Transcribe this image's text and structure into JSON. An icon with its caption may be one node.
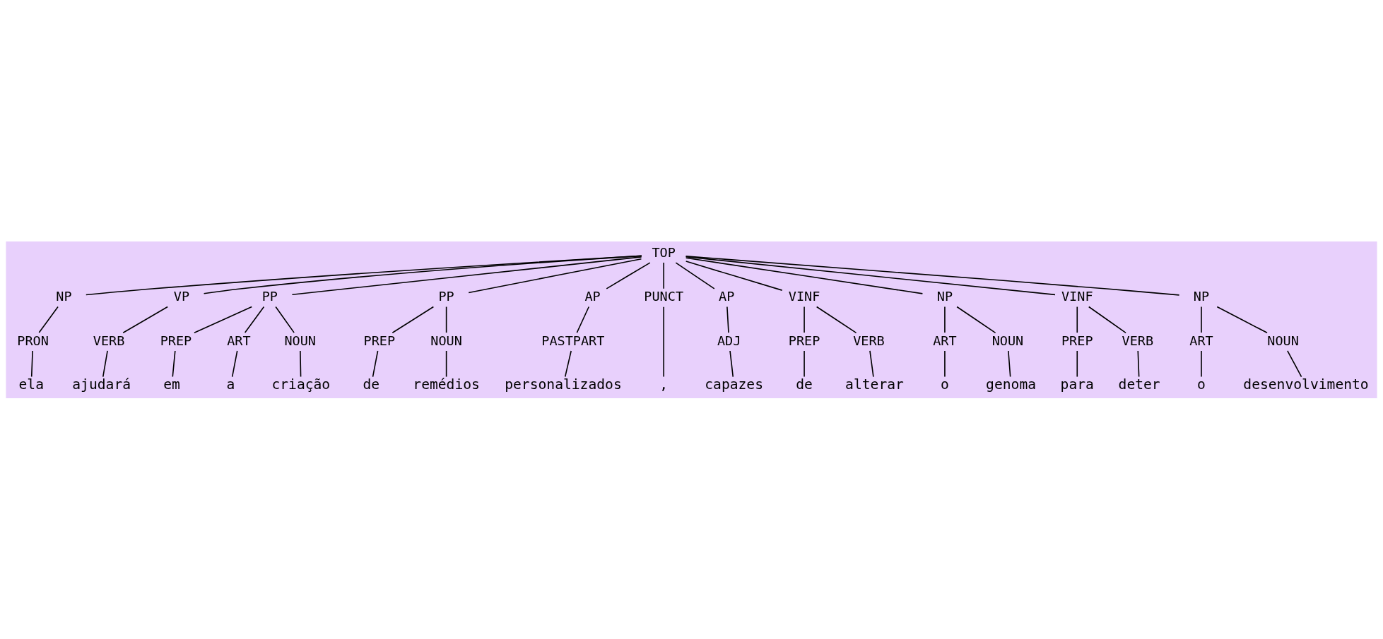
{
  "diagram": {
    "nodes": [
      {
        "text": [
          "TOP"
        ]
      },
      {
        "text": [
          "NP"
        ]
      },
      {
        "text": [
          "PRON"
        ]
      },
      {
        "text": [
          "ela"
        ]
      },
      {
        "text": [
          "VP"
        ]
      },
      {
        "text": [
          "VERB"
        ]
      },
      {
        "text": [
          "ajudará"
        ]
      },
      {
        "text": [
          "PP"
        ]
      },
      {
        "text": [
          "PREP"
        ]
      },
      {
        "text": [
          "em"
        ]
      },
      {
        "text": [
          "ART"
        ]
      },
      {
        "text": [
          "a"
        ]
      },
      {
        "text": [
          "NOUN"
        ]
      },
      {
        "text": [
          "criação"
        ]
      },
      {
        "text": [
          "PP"
        ]
      },
      {
        "text": [
          "PREP"
        ]
      },
      {
        "text": [
          "de"
        ]
      },
      {
        "text": [
          "NOUN"
        ]
      },
      {
        "text": [
          "remédios"
        ]
      },
      {
        "text": [
          "AP"
        ]
      },
      {
        "text": [
          "PASTPART"
        ]
      },
      {
        "text": [
          "personalizados"
        ]
      },
      {
        "text": [
          "PUNCT"
        ]
      },
      {
        "text": [
          ","
        ]
      },
      {
        "text": [
          "AP"
        ]
      },
      {
        "text": [
          "ADJ"
        ]
      },
      {
        "text": [
          "capazes"
        ]
      },
      {
        "text": [
          "VINF"
        ]
      },
      {
        "text": [
          "PREP"
        ]
      },
      {
        "text": [
          "de"
        ]
      },
      {
        "text": [
          "VERB"
        ]
      },
      {
        "text": [
          "alterar"
        ]
      },
      {
        "text": [
          "NP"
        ]
      },
      {
        "text": [
          "ART"
        ]
      },
      {
        "text": [
          "o"
        ]
      },
      {
        "text": [
          "NOUN"
        ]
      },
      {
        "text": [
          "genoma"
        ]
      },
      {
        "text": [
          "VINF"
        ]
      },
      {
        "text": [
          "PREP"
        ]
      },
      {
        "text": [
          "para"
        ]
      },
      {
        "text": [
          "VERB"
        ]
      },
      {
        "text": [
          "deter"
        ]
      },
      {
        "text": [
          "NP"
        ]
      },
      {
        "text": [
          "ART"
        ]
      },
      {
        "text": [
          "o"
        ]
      },
      {
        "text": [
          "NOUN"
        ]
      },
      {
        "text": [
          "desenvolvimento"
        ]
      }
    ],
    "edges": [
      {
        "from": 0,
        "to": 1,
        "arrow": "none"
      },
      {
        "from": 1,
        "to": 2,
        "arrow": "none"
      },
      {
        "from": 2,
        "to": 3,
        "arrow": "none"
      },
      {
        "from": 0,
        "to": 4,
        "arrow": "none"
      },
      {
        "from": 4,
        "to": 5,
        "arrow": "none"
      },
      {
        "from": 5,
        "to": 6,
        "arrow": "none"
      },
      {
        "from": 0,
        "to": 7,
        "arrow": "none"
      },
      {
        "from": 7,
        "to": 8,
        "arrow": "none"
      },
      {
        "from": 8,
        "to": 9,
        "arrow": "none"
      },
      {
        "from": 7,
        "to": 10,
        "arrow": "none"
      },
      {
        "from": 10,
        "to": 11,
        "arrow": "none"
      },
      {
        "from": 7,
        "to": 12,
        "arrow": "none"
      },
      {
        "from": 12,
        "to": 13,
        "arrow": "none"
      },
      {
        "from": 0,
        "to": 14,
        "arrow": "none"
      },
      {
        "from": 14,
        "to": 15,
        "arrow": "none"
      },
      {
        "from": 15,
        "to": 16,
        "arrow": "none"
      },
      {
        "from": 14,
        "to": 17,
        "arrow": "none"
      },
      {
        "from": 17,
        "to": 18,
        "arrow": "none"
      },
      {
        "from": 0,
        "to": 19,
        "arrow": "none"
      },
      {
        "from": 19,
        "to": 20,
        "arrow": "none"
      },
      {
        "from": 20,
        "to": 21,
        "arrow": "none"
      },
      {
        "from": 0,
        "to": 22,
        "arrow": "none"
      },
      {
        "from": 22,
        "to": 23,
        "arrow": "none"
      },
      {
        "from": 0,
        "to": 24,
        "arrow": "none"
      },
      {
        "from": 24,
        "to": 25,
        "arrow": "none"
      },
      {
        "from": 25,
        "to": 26,
        "arrow": "none"
      },
      {
        "from": 0,
        "to": 27,
        "arrow": "none"
      },
      {
        "from": 27,
        "to": 28,
        "arrow": "none"
      },
      {
        "from": 28,
        "to": 29,
        "arrow": "none"
      },
      {
        "from": 27,
        "to": 30,
        "arrow": "none"
      },
      {
        "from": 30,
        "to": 31,
        "arrow": "none"
      },
      {
        "from": 0,
        "to": 32,
        "arrow": "none"
      },
      {
        "from": 32,
        "to": 33,
        "arrow": "none"
      },
      {
        "from": 33,
        "to": 34,
        "arrow": "none"
      },
      {
        "from": 32,
        "to": 35,
        "arrow": "none"
      },
      {
        "from": 35,
        "to": 36,
        "arrow": "none"
      },
      {
        "from": 0,
        "to": 37,
        "arrow": "none"
      },
      {
        "from": 37,
        "to": 38,
        "arrow": "none"
      },
      {
        "from": 38,
        "to": 39,
        "arrow": "none"
      },
      {
        "from": 37,
        "to": 40,
        "arrow": "none"
      },
      {
        "from": 40,
        "to": 41,
        "arrow": "none"
      },
      {
        "from": 0,
        "to": 42,
        "arrow": "none"
      },
      {
        "from": 42,
        "to": 43,
        "arrow": "none"
      },
      {
        "from": 43,
        "to": 44,
        "arrow": "none"
      },
      {
        "from": 42,
        "to": 45,
        "arrow": "none"
      },
      {
        "from": 45,
        "to": 46,
        "arrow": "none"
      }
    ]
  }
}
